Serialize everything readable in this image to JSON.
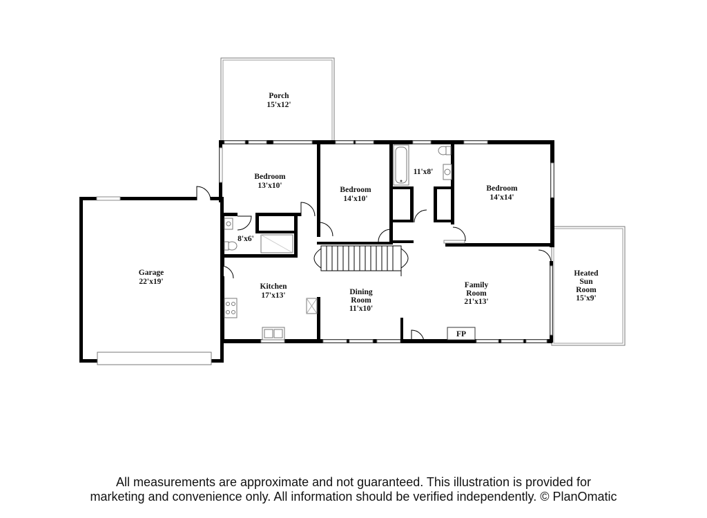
{
  "rooms": {
    "porch": {
      "name": "Porch",
      "dims": "15'x12'"
    },
    "bedroom1": {
      "name": "Bedroom",
      "dims": "13'x10'"
    },
    "bedroom2": {
      "name": "Bedroom",
      "dims": "14'x10'"
    },
    "bath_upper": {
      "dims": "11'x8'"
    },
    "bedroom3": {
      "name": "Bedroom",
      "dims": "14'x14'"
    },
    "garage": {
      "name": "Garage",
      "dims": "22'x19'"
    },
    "bath_lower": {
      "dims": "8'x6'"
    },
    "kitchen": {
      "name": "Kitchen",
      "dims": "17'x13'"
    },
    "dining": {
      "name_line1": "Dining",
      "name_line2": "Room",
      "dims": "11'x10'"
    },
    "family": {
      "name_line1": "Family",
      "name_line2": "Room",
      "dims": "21'x13'"
    },
    "sunroom": {
      "name_line1": "Heated",
      "name_line2": "Sun",
      "name_line3": "Room",
      "dims": "15'x9'"
    },
    "fireplace": {
      "label": "FP"
    }
  },
  "disclaimer": {
    "line1": "All measurements are approximate and not guaranteed. This illustration is provided for",
    "line2": "marketing and convenience only. All information should be verified independently. © PlanOmatic"
  }
}
